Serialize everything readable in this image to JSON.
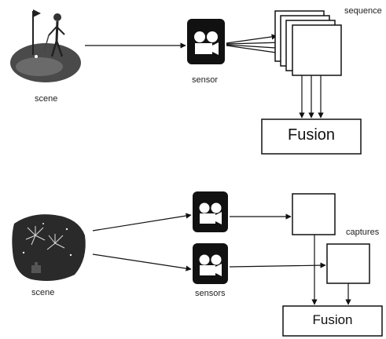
{
  "top": {
    "scene_label": "scene",
    "sensor_label": "sensor",
    "sequence_label": "sequence",
    "fusion_label": "Fusion",
    "scene_icon": "golf-player-scene-icon",
    "sensor_icon": "video-camera-icon"
  },
  "bottom": {
    "scene_label": "scene",
    "sensors_label": "sensors",
    "captures_label": "captures",
    "fusion_label": "Fusion",
    "scene_icon": "fireworks-night-scene-icon",
    "sensor_icon": "video-camera-icon"
  }
}
